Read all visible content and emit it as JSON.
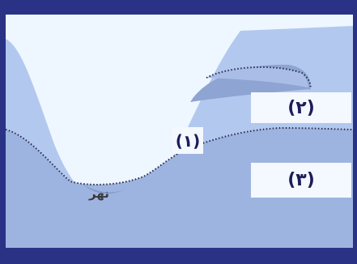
{
  "labels": {
    "one": "(١)",
    "two": "(٢)",
    "three": "(٣)",
    "river": "نهر"
  },
  "colors": {
    "frame": "#2a3285",
    "sky": "#eef7ff",
    "upper_layer": "#b3c8ef",
    "lower_layer": "#9eb4e0",
    "lens": "#8ea4d2",
    "dotted_line": "#2a2a4a"
  }
}
